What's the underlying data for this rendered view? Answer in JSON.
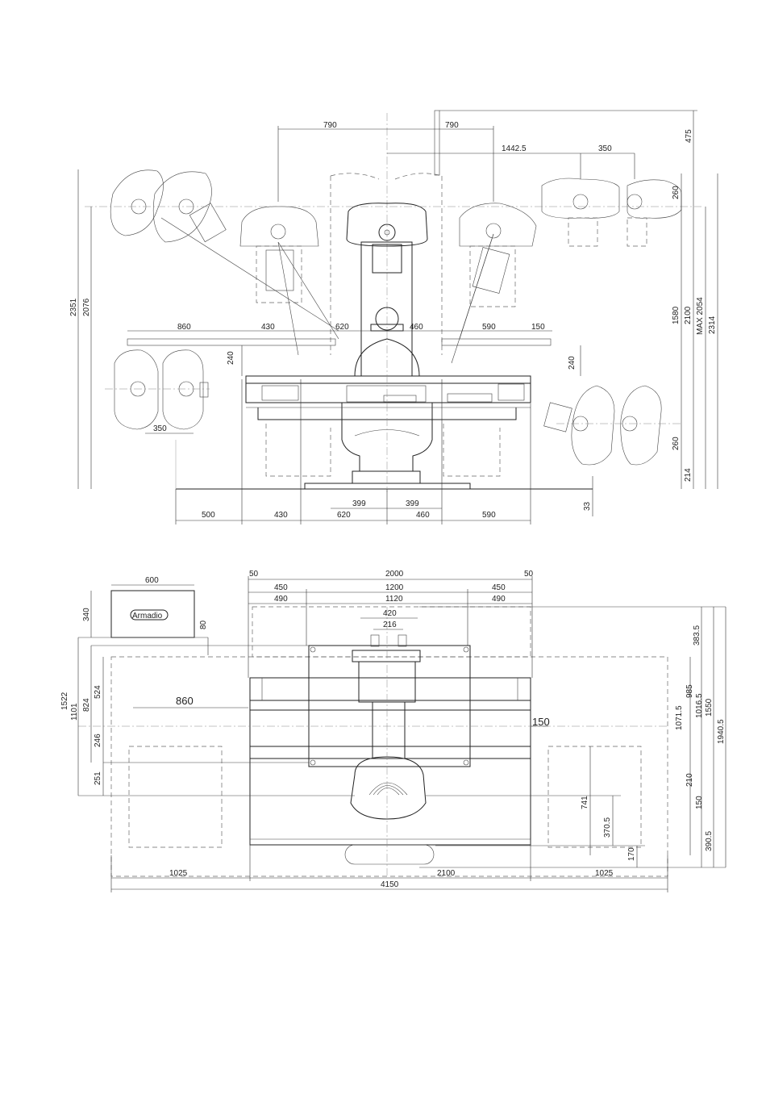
{
  "drawing": {
    "side_view": {
      "top_dims": [
        "790",
        "790",
        "1442.5",
        "350",
        "475"
      ],
      "left_vertical_dims": [
        "2351",
        "2076"
      ],
      "right_vertical_dims": [
        "260",
        "1580",
        "2100",
        "MAX 2054",
        "2314",
        "260",
        "214",
        "33"
      ],
      "arm_dims": [
        "860",
        "430",
        "620",
        "460",
        "590",
        "150"
      ],
      "inner_vertical_dims": [
        "240",
        "240"
      ],
      "small_dims": [
        "350",
        "399",
        "399"
      ],
      "bottom_dims": [
        "500",
        "430",
        "620",
        "460",
        "590"
      ]
    },
    "plan_view": {
      "cabinet_width": "600",
      "cabinet_height": "340",
      "cabinet_label": "Armadio",
      "cabinet_offset": "80",
      "top_dims": [
        "50",
        "2000",
        "50",
        "450",
        "1200",
        "450",
        "490",
        "1120",
        "490",
        "420",
        "216"
      ],
      "left_vertical_dims": [
        "1522",
        "1101",
        "824",
        "524",
        "246",
        "251"
      ],
      "arm_dim": "860",
      "side_dim": "150",
      "right_vertical_dims": [
        "383.5",
        "1071.5",
        "985",
        "1016.5",
        "1550",
        "1940.5",
        "210",
        "150",
        "390.5"
      ],
      "inner_vertical_dims": [
        "741",
        "370.5",
        "170"
      ],
      "bottom_dims": [
        "1025",
        "2100",
        "1025",
        "4150"
      ]
    }
  }
}
